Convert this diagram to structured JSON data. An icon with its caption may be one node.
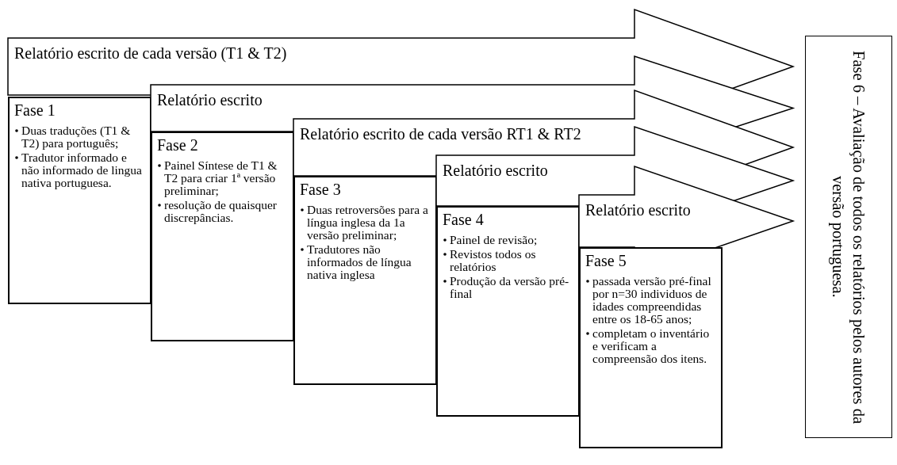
{
  "diagram": {
    "nodes": [
      {
        "text": [
          "Relatório escrito de cada versão (T1 & T2)"
        ]
      },
      {
        "text": [
          "Fase 1",
          "Duas traduções (T1 & T2) para português;",
          "Tradutor informado e não informado de lingua nativa portuguesa."
        ]
      },
      {
        "text": [
          "Relatório escrito"
        ]
      },
      {
        "text": [
          "Fase 2",
          "Painel Síntese de T1 & T2 para criar 1ª versão preliminar;",
          "resolução de quaisquer discrepâncias."
        ]
      },
      {
        "text": [
          "Relatório escrito de cada versão RT1 & RT2"
        ]
      },
      {
        "text": [
          "Fase 3",
          "Duas retroversões para a língua inglesa da 1a versão preliminar;",
          "Tradutores não informados de língua nativa inglesa"
        ]
      },
      {
        "text": [
          "Relatório escrito"
        ]
      },
      {
        "text": [
          "Fase 4",
          "Painel de revisão;",
          "Revistos todos os relatórios",
          "Produção da versão pré-final"
        ]
      },
      {
        "text": [
          "Relatório escrito"
        ]
      },
      {
        "text": [
          "Fase 5",
          "passada versão pré-final por n=30 individuos de idades compreendidas entre os 18-65 anos;",
          "completam o inventário e verificam a compreensão dos itens."
        ]
      },
      {
        "text": [
          "Fase 6 – Avaliação de todos os relatórios pelos autores da versão portuguesa."
        ]
      }
    ],
    "edges": []
  }
}
